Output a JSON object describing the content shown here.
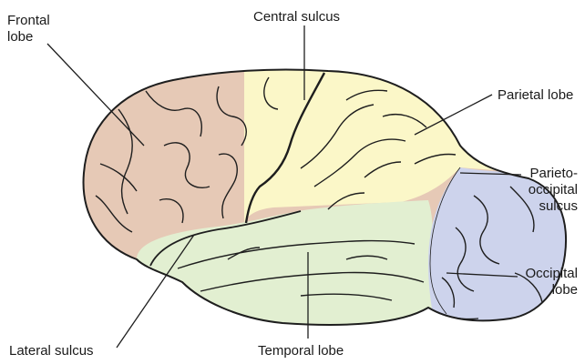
{
  "diagram": {
    "labels": {
      "frontal_lobe_line1": "Frontal",
      "frontal_lobe_line2": "lobe",
      "central_sulcus": "Central sulcus",
      "parietal_lobe": "Parietal lobe",
      "parieto_occipital_line1": "Parieto-",
      "parieto_occipital_line2": "occipital",
      "parieto_occipital_line3": "sulcus",
      "occipital_lobe_line1": "Occipital",
      "occipital_lobe_line2": "lobe",
      "lateral_sulcus": "Lateral sulcus",
      "temporal_lobe": "Temporal lobe"
    },
    "colors": {
      "frontal": "#e6c9b6",
      "parietal": "#fbf7c8",
      "temporal": "#e2efd1",
      "occipital": "#cdd3ec",
      "outline": "#1e1e1e"
    }
  }
}
